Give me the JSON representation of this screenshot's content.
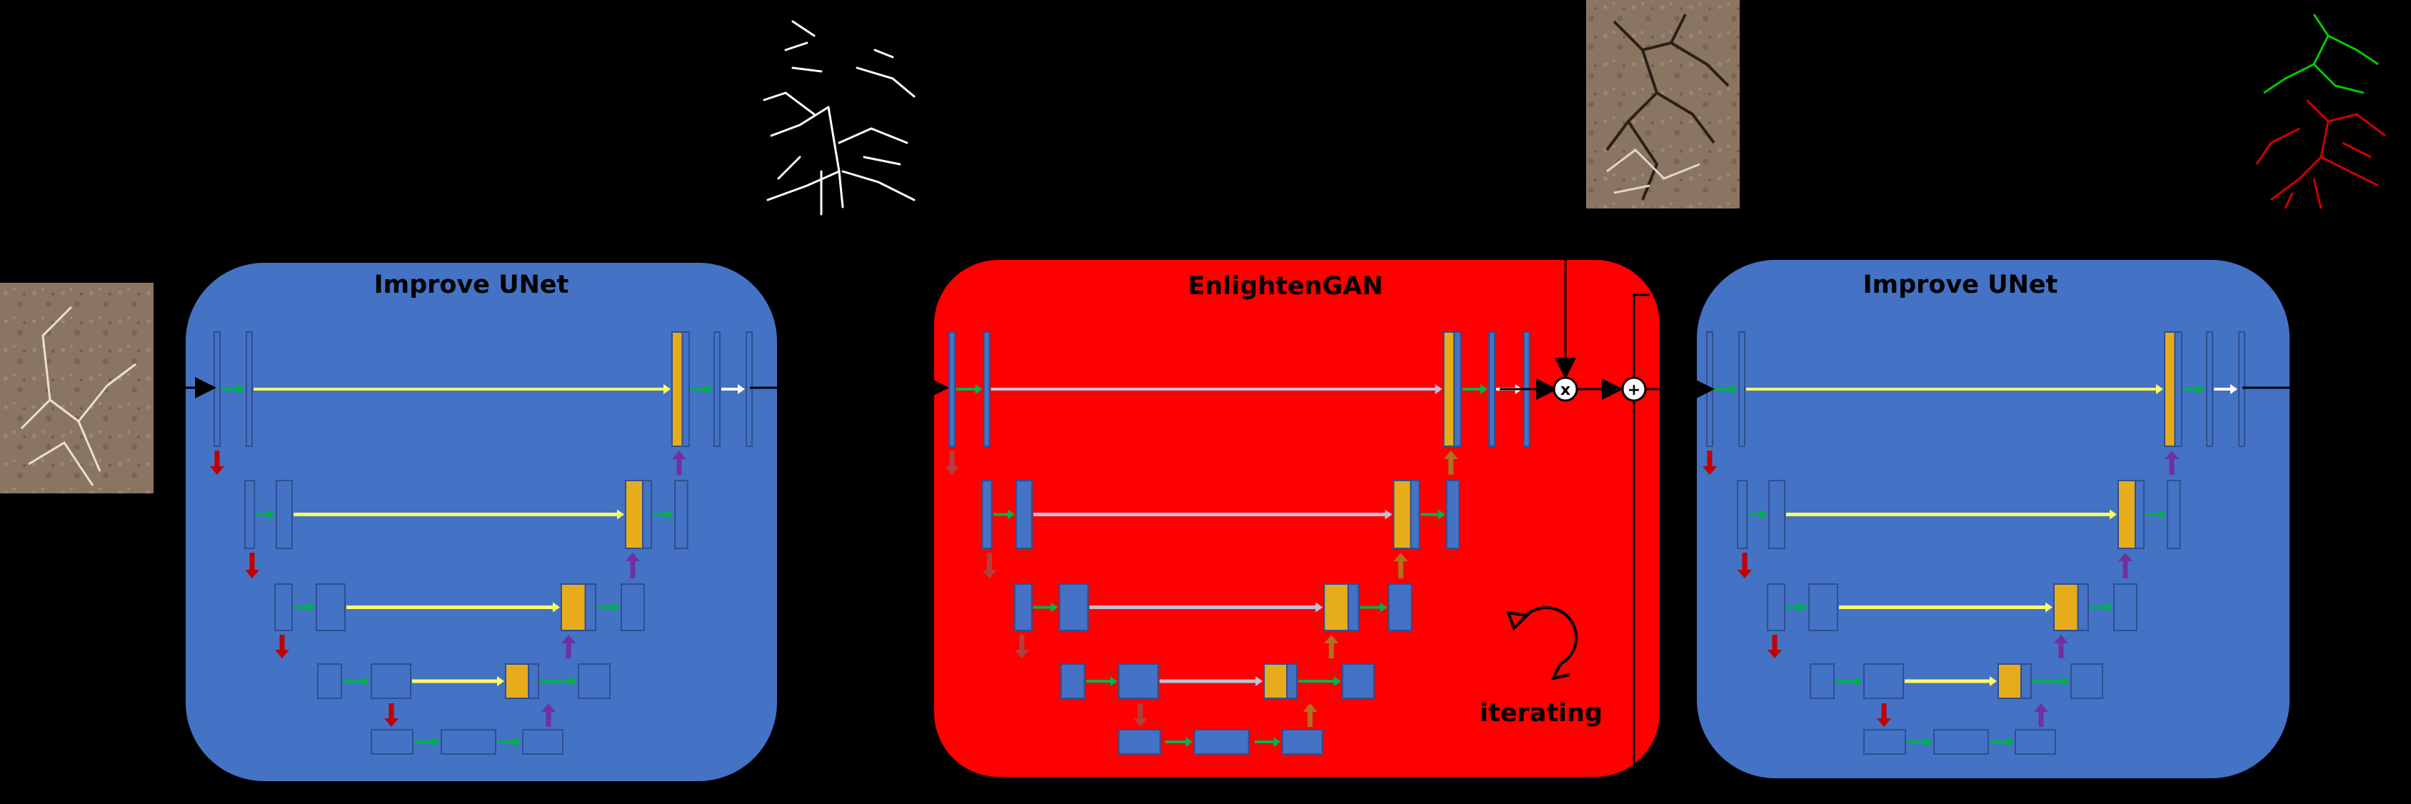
{
  "diagram": {
    "panels": [
      {
        "id": "unet1",
        "title": "Improve UNet",
        "kind": "unet",
        "color": "#4472c4"
      },
      {
        "id": "gan",
        "title": "EnlightenGAN",
        "kind": "gan",
        "color": "#ff0000"
      },
      {
        "id": "unet2",
        "title": "Improve UNet",
        "kind": "unet",
        "color": "#4472c4"
      }
    ],
    "iteration": {
      "label": "iterating",
      "icon": "circular-arrow-icon"
    },
    "operators": [
      {
        "id": "multiply",
        "symbol": "x"
      },
      {
        "id": "add",
        "symbol": "+"
      }
    ],
    "images": [
      {
        "id": "input-soil-image",
        "description_icon": "soil-photo"
      },
      {
        "id": "binary-mask-image",
        "description_icon": "crack-mask"
      },
      {
        "id": "enhanced-soil-image",
        "description_icon": "soil-photo"
      },
      {
        "id": "result-overlay-image",
        "description_icon": "colored-crack-overlay"
      }
    ],
    "colors": {
      "background": "#000000",
      "unet_panel": "#4472c4",
      "gan_panel": "#ff0000",
      "block": "#4472c4",
      "concat_block": "#e6ac1c",
      "skip_unet": "#ffff66",
      "skip_gan": "#c0c0d8",
      "down_arrow": "#c00000",
      "up_arrow": "#7030a0",
      "conv_arrow": "#00b050"
    }
  }
}
